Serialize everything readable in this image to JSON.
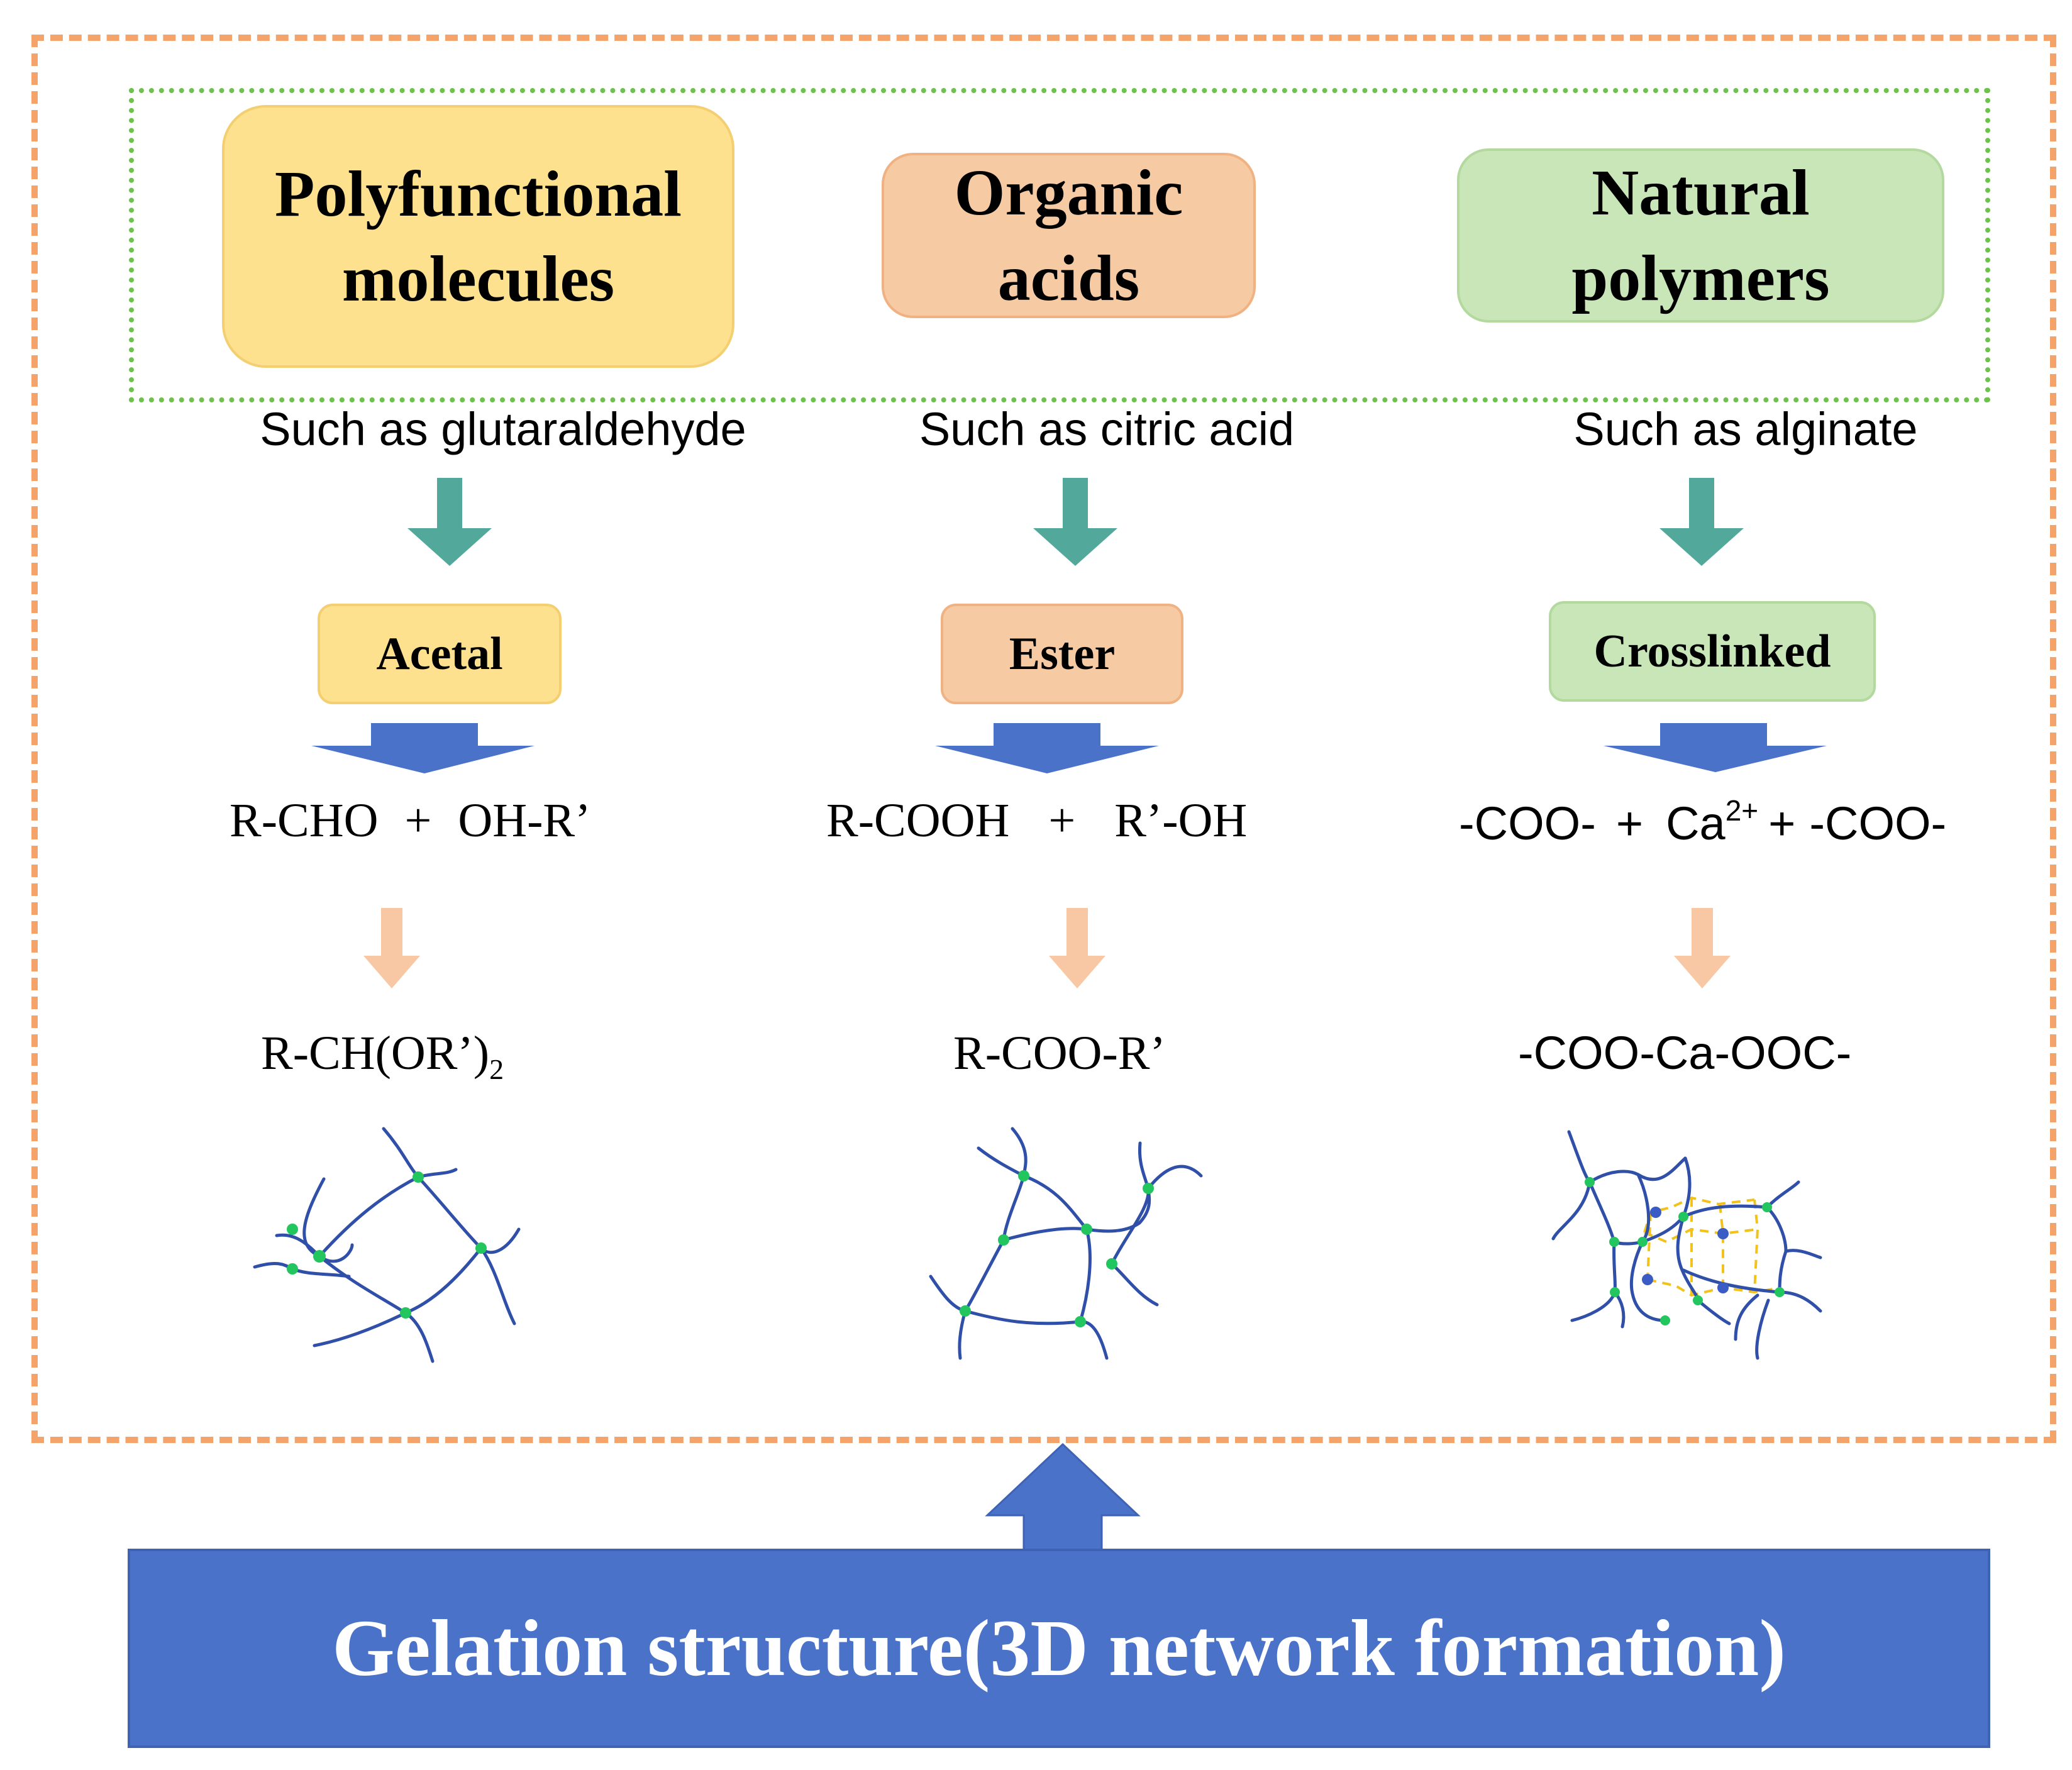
{
  "categories": [
    {
      "title": "Polyfunctional\nmolecules",
      "example": "Such as glutaraldehyde",
      "bond": "Acetal"
    },
    {
      "title": "Organic\nacids",
      "example": "Such as citric acid",
      "bond": "Ester"
    },
    {
      "title": "Natural\npolymers",
      "example": "Such as alginate",
      "bond": "Crosslinked"
    }
  ],
  "reactions": {
    "acetal": {
      "reactant1": "R-CHO",
      "plus": "+",
      "reactant2": "OH-R’",
      "product_main": "R-CH(OR’)",
      "product_sub": "2"
    },
    "ester": {
      "reactant1": "R-COOH",
      "plus": "+",
      "reactant2": "R’-OH",
      "product": "R-COO-R’"
    },
    "crosslinked": {
      "left": "-COO-",
      "plus1": "+",
      "ion": "Ca",
      "ion_charge": "2+",
      "plus2": "+",
      "right": "-COO-",
      "product": "-COO-Ca-OOC-"
    }
  },
  "bottom_label": "Gelation structure(3D network formation)",
  "colors": {
    "outer_border": "#f4a46a",
    "inner_border": "#6cc24a",
    "yellow": "#fde18e",
    "salmon": "#f6caa3",
    "green": "#c9e6b8",
    "teal_arrow": "#52a89a",
    "blue_arrow": "#4a72c9",
    "peach_arrow": "#f8c8a4",
    "network_line": "#2f4fa8",
    "network_node_green": "#22c55e",
    "network_node_blue": "#3b5cc4",
    "ionic_bond": "#f2c21a"
  }
}
